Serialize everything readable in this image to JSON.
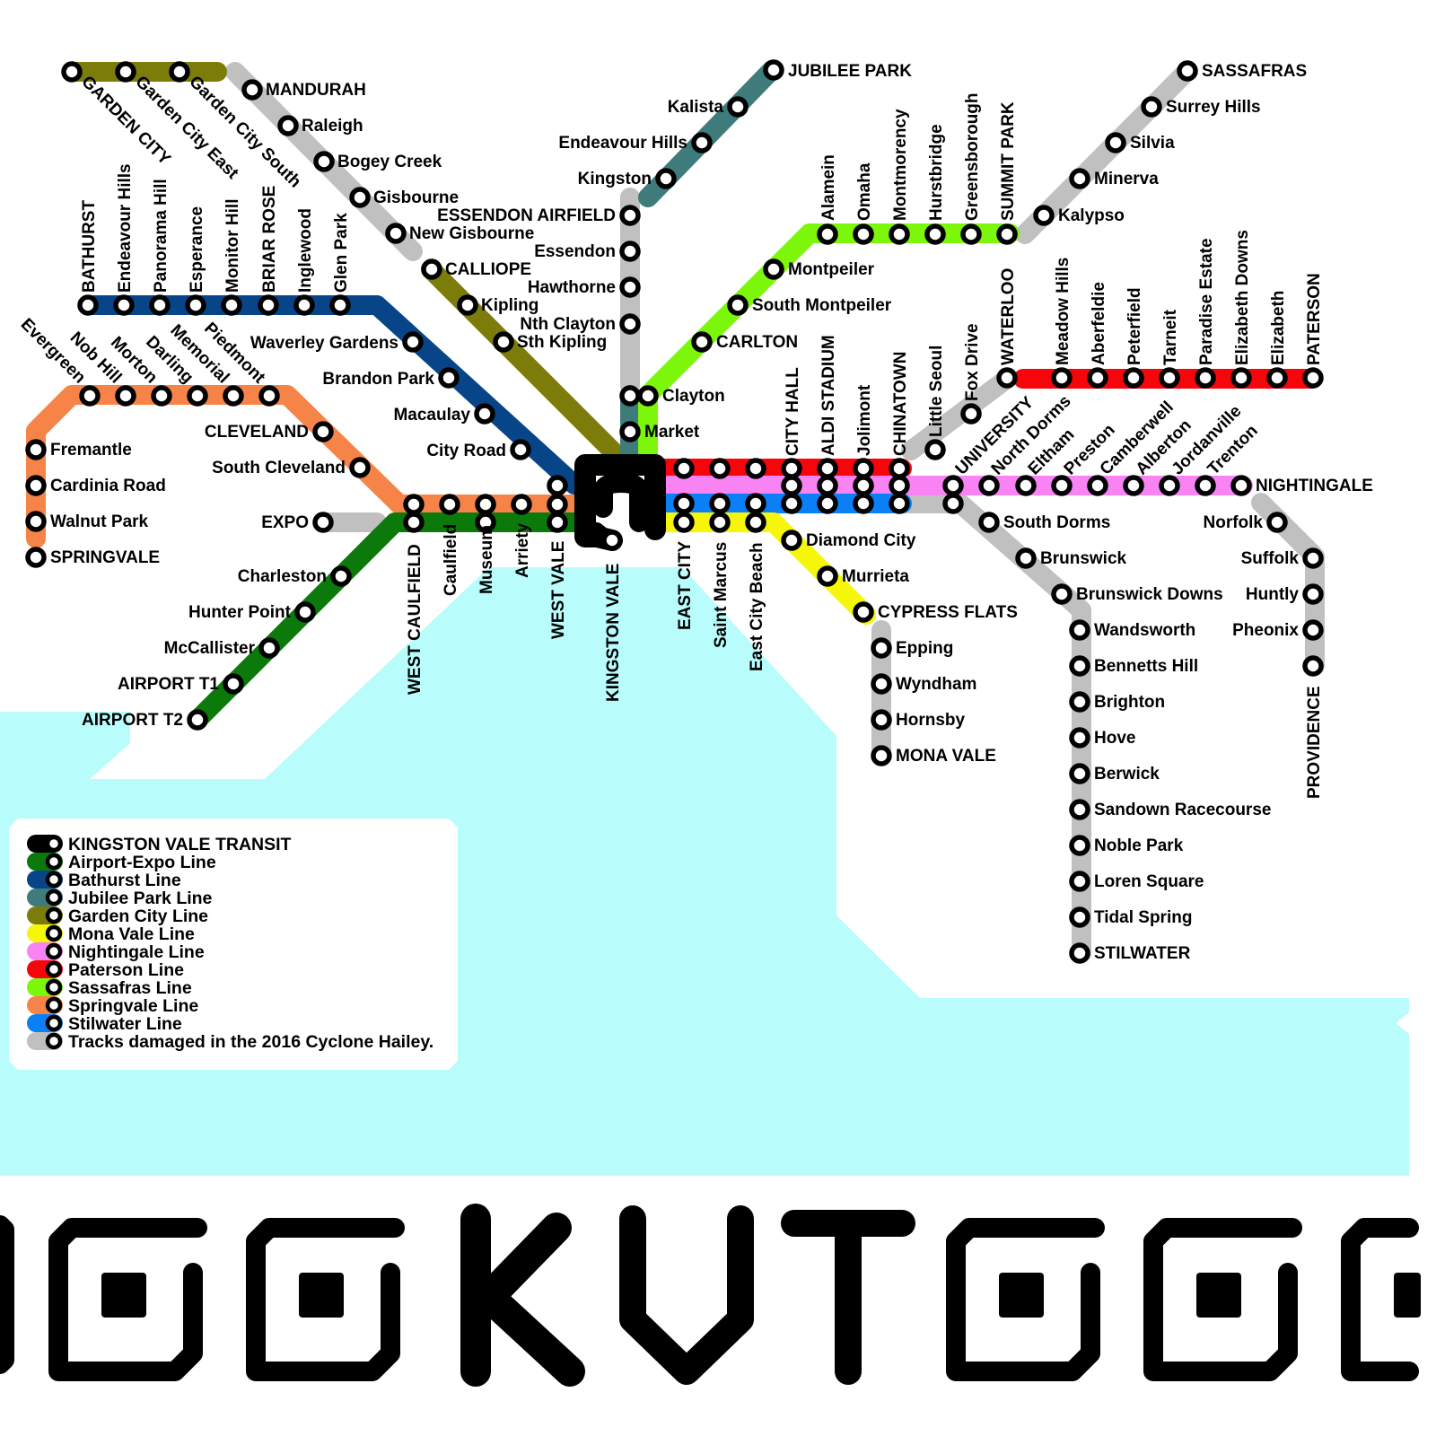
{
  "legend": {
    "items": [
      {
        "color": "#000000",
        "label": "KINGSTON VALE TRANSIT"
      },
      {
        "color": "#0b7a0b",
        "label": "Airport-Expo Line"
      },
      {
        "color": "#074588",
        "label": "Bathurst Line"
      },
      {
        "color": "#3f7b7b",
        "label": "Jubilee Park Line"
      },
      {
        "color": "#7c7c0b",
        "label": "Garden City Line"
      },
      {
        "color": "#f6f60b",
        "label": "Mona Vale Line"
      },
      {
        "color": "#f884f4",
        "label": "Nightingale Line"
      },
      {
        "color": "#f6060b",
        "label": "Paterson Line"
      },
      {
        "color": "#7cf60b",
        "label": "Sassafras Line"
      },
      {
        "color": "#f68449",
        "label": "Springvale Line"
      },
      {
        "color": "#0a7ff6",
        "label": "Stilwater Line"
      },
      {
        "color": "#c0c0c0",
        "label": "Tracks damaged in the 2016 Cyclone Hailey."
      }
    ]
  },
  "colors": {
    "water": "#b8fcfc",
    "damaged": "#c0c0c0",
    "airport_expo": "#0b7a0b",
    "bathurst": "#074588",
    "jubilee_park": "#3f7b7b",
    "garden_city": "#7c7c0b",
    "mona_vale": "#f6f60b",
    "nightingale": "#f884f4",
    "paterson": "#f6060b",
    "sassafras": "#7cf60b",
    "springvale": "#f68449",
    "stilwater": "#0a7ff6",
    "kingston_vale": "#000000"
  },
  "stations": {
    "garden_city": [
      "GARDEN CITY",
      "Garden City East",
      "Garden City South",
      "MANDURAH",
      "Raleigh",
      "Bogey Creek",
      "Gisbourne",
      "New Gisbourne",
      "CALLIOPE",
      "Kipling",
      "Sth Kipling"
    ],
    "bathurst": [
      "BATHURST",
      "Endeavour Hills",
      "Panorama Hill",
      "Esperance",
      "Monitor Hill",
      "BRIAR ROSE",
      "Inglewood",
      "Glen Park",
      "Waverley Gardens",
      "Brandon Park",
      "Macaulay",
      "City Road",
      "WEST VALE"
    ],
    "springvale": [
      "Evergreen",
      "Nob Hill",
      "Morton",
      "Darling",
      "Memorial",
      "Piedmont",
      "Fremantle",
      "Cardinia Road",
      "Walnut Park",
      "SPRINGVALE",
      "CLEVELAND",
      "South Cleveland",
      "WEST CAULFIELD",
      "Caulfield",
      "Museum",
      "Arriety"
    ],
    "airport_expo": [
      "EXPO",
      "Charleston",
      "Hunter Point",
      "McCallister",
      "AIRPORT T1",
      "AIRPORT T2"
    ],
    "jubilee_park": [
      "JUBILEE PARK",
      "Kalista",
      "Endeavour Hills",
      "Kingston"
    ],
    "central": [
      "ESSENDON AIRFIELD",
      "Essendon",
      "Hawthorne",
      "Nth Clayton",
      "Clayton",
      "Market",
      "KINGSTON VALE"
    ],
    "sassafras": [
      "Alamein",
      "Omaha",
      "Montmorency",
      "Hurstbridge",
      "Greensborough",
      "SUMMIT PARK",
      "Montpeiler",
      "South Montpeiler",
      "CARLTON",
      "SASSAFRAS",
      "Surrey Hills",
      "Silvia",
      "Minerva",
      "Kalypso"
    ],
    "city": [
      "EAST CITY",
      "Saint Marcus",
      "East City Beach",
      "CITY HALL",
      "ALDI STADIUM",
      "Jolimont",
      "CHINATOWN"
    ],
    "paterson": [
      "Little Seoul",
      "Fox Drive",
      "WATERLOO",
      "Meadow Hills",
      "Aberfeldie",
      "Peterfield",
      "Tarneit",
      "Paradise Estate",
      "Elizabeth Downs",
      "Elizabeth",
      "PATERSON"
    ],
    "nightingale": [
      "UNIVERSITY",
      "North Dorms",
      "Eltham",
      "Preston",
      "Camberwell",
      "Alberton",
      "Jordanville",
      "Trenton",
      "NIGHTINGALE",
      "Norfolk",
      "Suffolk",
      "Huntly",
      "Pheonix",
      "PROVIDENCE"
    ],
    "mona_vale": [
      "Diamond City",
      "Murrieta",
      "CYPRESS FLATS",
      "Epping",
      "Wyndham",
      "Hornsby",
      "MONA VALE"
    ],
    "stilwater": [
      "South Dorms",
      "Brunswick",
      "Brunswick Downs",
      "Wandsworth",
      "Bennetts Hill",
      "Brighton",
      "Hove",
      "Berwick",
      "Sandown Racecourse",
      "Noble Park",
      "Loren Square",
      "Tidal Spring",
      "STILWATER"
    ]
  }
}
